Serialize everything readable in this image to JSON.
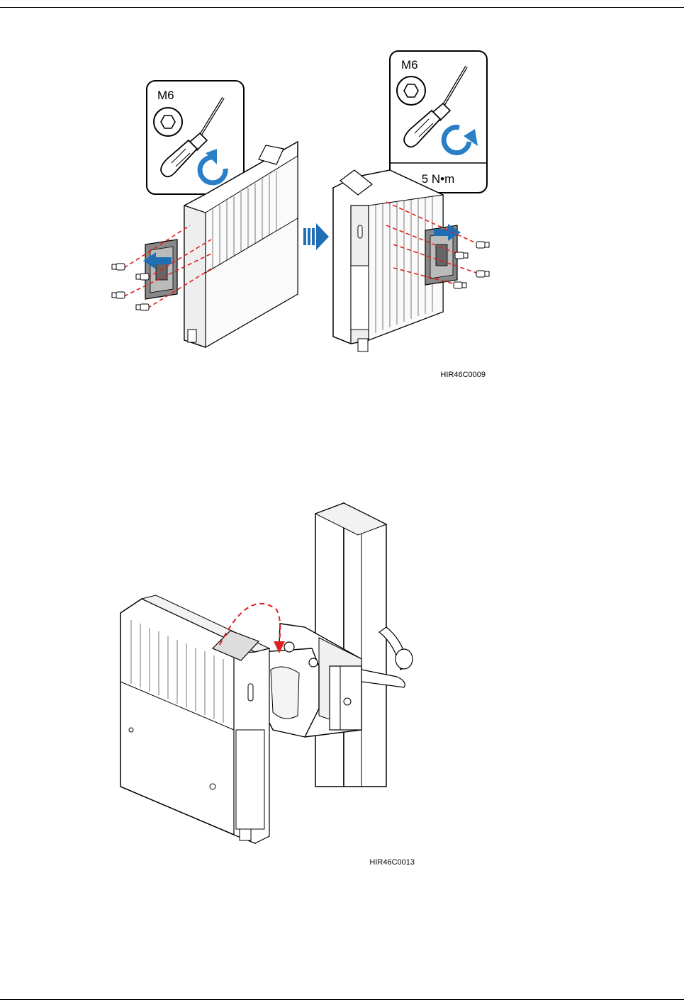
{
  "figure1": {
    "left_callout": {
      "bit_size": "M6"
    },
    "right_callout": {
      "bit_size": "M6",
      "torque": "5 N•m"
    },
    "figure_id": "HIR46C0009",
    "colors": {
      "arrow": "#1f6fb5",
      "dash": "#e02020",
      "icon_arrow": "#2a7fc7"
    }
  },
  "figure2": {
    "figure_id": "HIR46C0013",
    "colors": {
      "dash": "#e02020",
      "arrowhead": "#e02020"
    }
  }
}
